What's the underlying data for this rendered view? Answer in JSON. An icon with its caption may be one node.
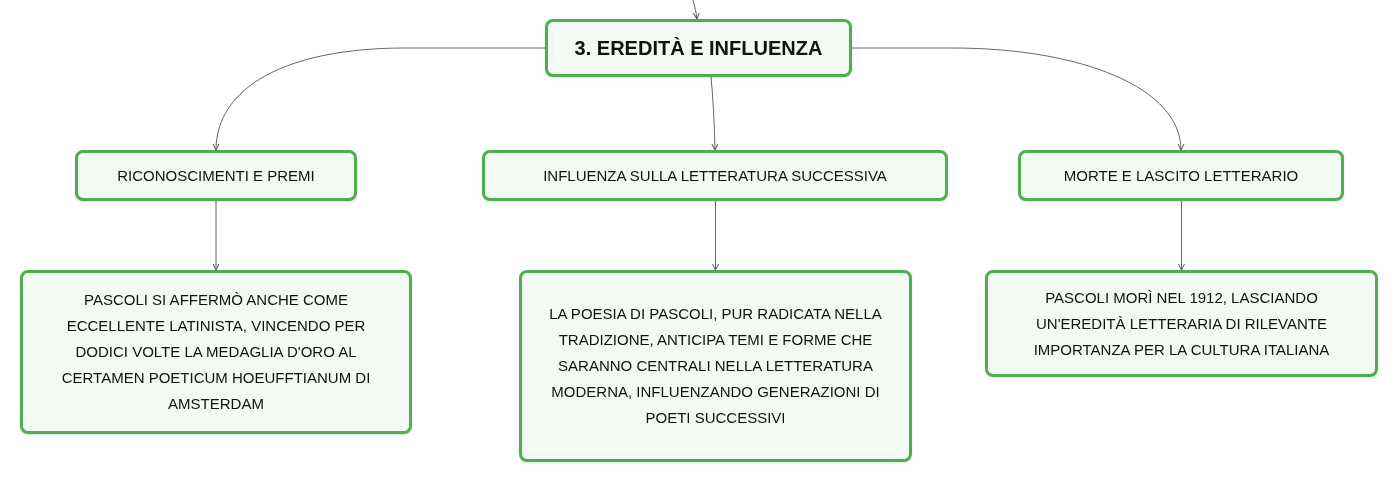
{
  "diagram": {
    "nodes": [
      {
        "text": [
          "3. EREDITÀ E INFLUENZA"
        ]
      },
      {
        "text": [
          "RICONOSCIMENTI E PREMI"
        ]
      },
      {
        "text": [
          "INFLUENZA SULLA LETTERATURA SUCCESSIVA"
        ]
      },
      {
        "text": [
          "MORTE E LASCITO LETTERARIO"
        ]
      },
      {
        "text": [
          "PASCOLI SI AFFERMÒ ANCHE COME ECCELLENTE LATINISTA, VINCENDO PER DODICI VOLTE LA MEDAGLIA D'ORO AL CERTAMEN POETICUM HOEUFFTIANUM DI AMSTERDAM"
        ]
      },
      {
        "text": [
          "LA POESIA DI PASCOLI, PUR RADICATA NELLA TRADIZIONE, ANTICIPA TEMI E FORME CHE SARANNO CENTRALI NELLA LETTERATURA MODERNA, INFLUENZANDO GENERAZIONI DI POETI SUCCESSIVI"
        ]
      },
      {
        "text": [
          "PASCOLI MORÌ NEL 1912, LASCIANDO UN'EREDITÀ LETTERARIA DI RILEVANTE IMPORTANZA PER LA CULTURA ITALIANA"
        ]
      }
    ],
    "edges": [
      {
        "from": null,
        "to": 0,
        "arrow": "to"
      },
      {
        "from": 0,
        "to": 1,
        "arrow": "to"
      },
      {
        "from": 0,
        "to": 2,
        "arrow": "to"
      },
      {
        "from": 0,
        "to": 3,
        "arrow": "to"
      },
      {
        "from": 1,
        "to": 4,
        "arrow": "to"
      },
      {
        "from": 2,
        "to": 5,
        "arrow": "to"
      },
      {
        "from": 3,
        "to": 6,
        "arrow": "to"
      }
    ]
  }
}
